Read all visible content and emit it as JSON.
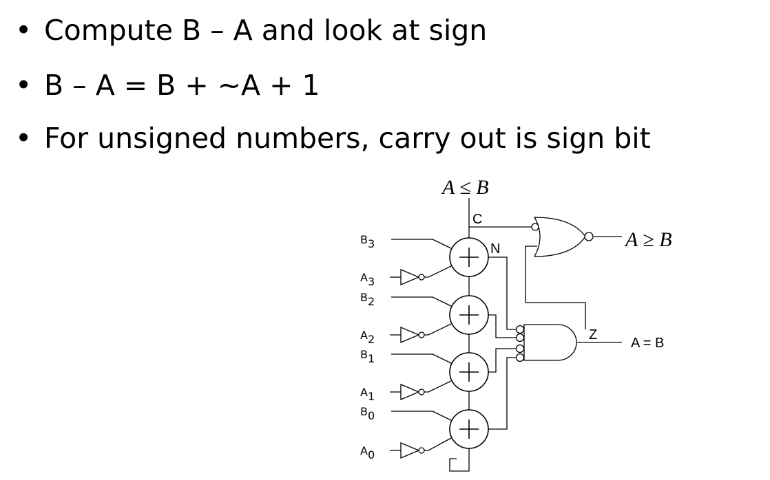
{
  "bullets": [
    "Compute B – A and look at sign",
    "B – A = B + ~A + 1",
    "For unsigned numbers, carry out is sign bit"
  ],
  "bullet_glyph": "•",
  "diagram": {
    "output_le": "A ≤ B",
    "output_ge": "A ≥ B",
    "output_eq": "A = B",
    "carry_label": "C",
    "negative_label": "N",
    "zero_label": "Z",
    "inputs": [
      {
        "base": "B",
        "sub": "3"
      },
      {
        "base": "A",
        "sub": "3"
      },
      {
        "base": "B",
        "sub": "2"
      },
      {
        "base": "A",
        "sub": "2"
      },
      {
        "base": "B",
        "sub": "1"
      },
      {
        "base": "A",
        "sub": "1"
      },
      {
        "base": "B",
        "sub": "0"
      },
      {
        "base": "A",
        "sub": "0"
      }
    ],
    "adder_symbol": "+",
    "adder_count": 4,
    "gates": [
      "nor-gate",
      "and-gate",
      "inverter",
      "inverter",
      "inverter",
      "inverter"
    ]
  }
}
